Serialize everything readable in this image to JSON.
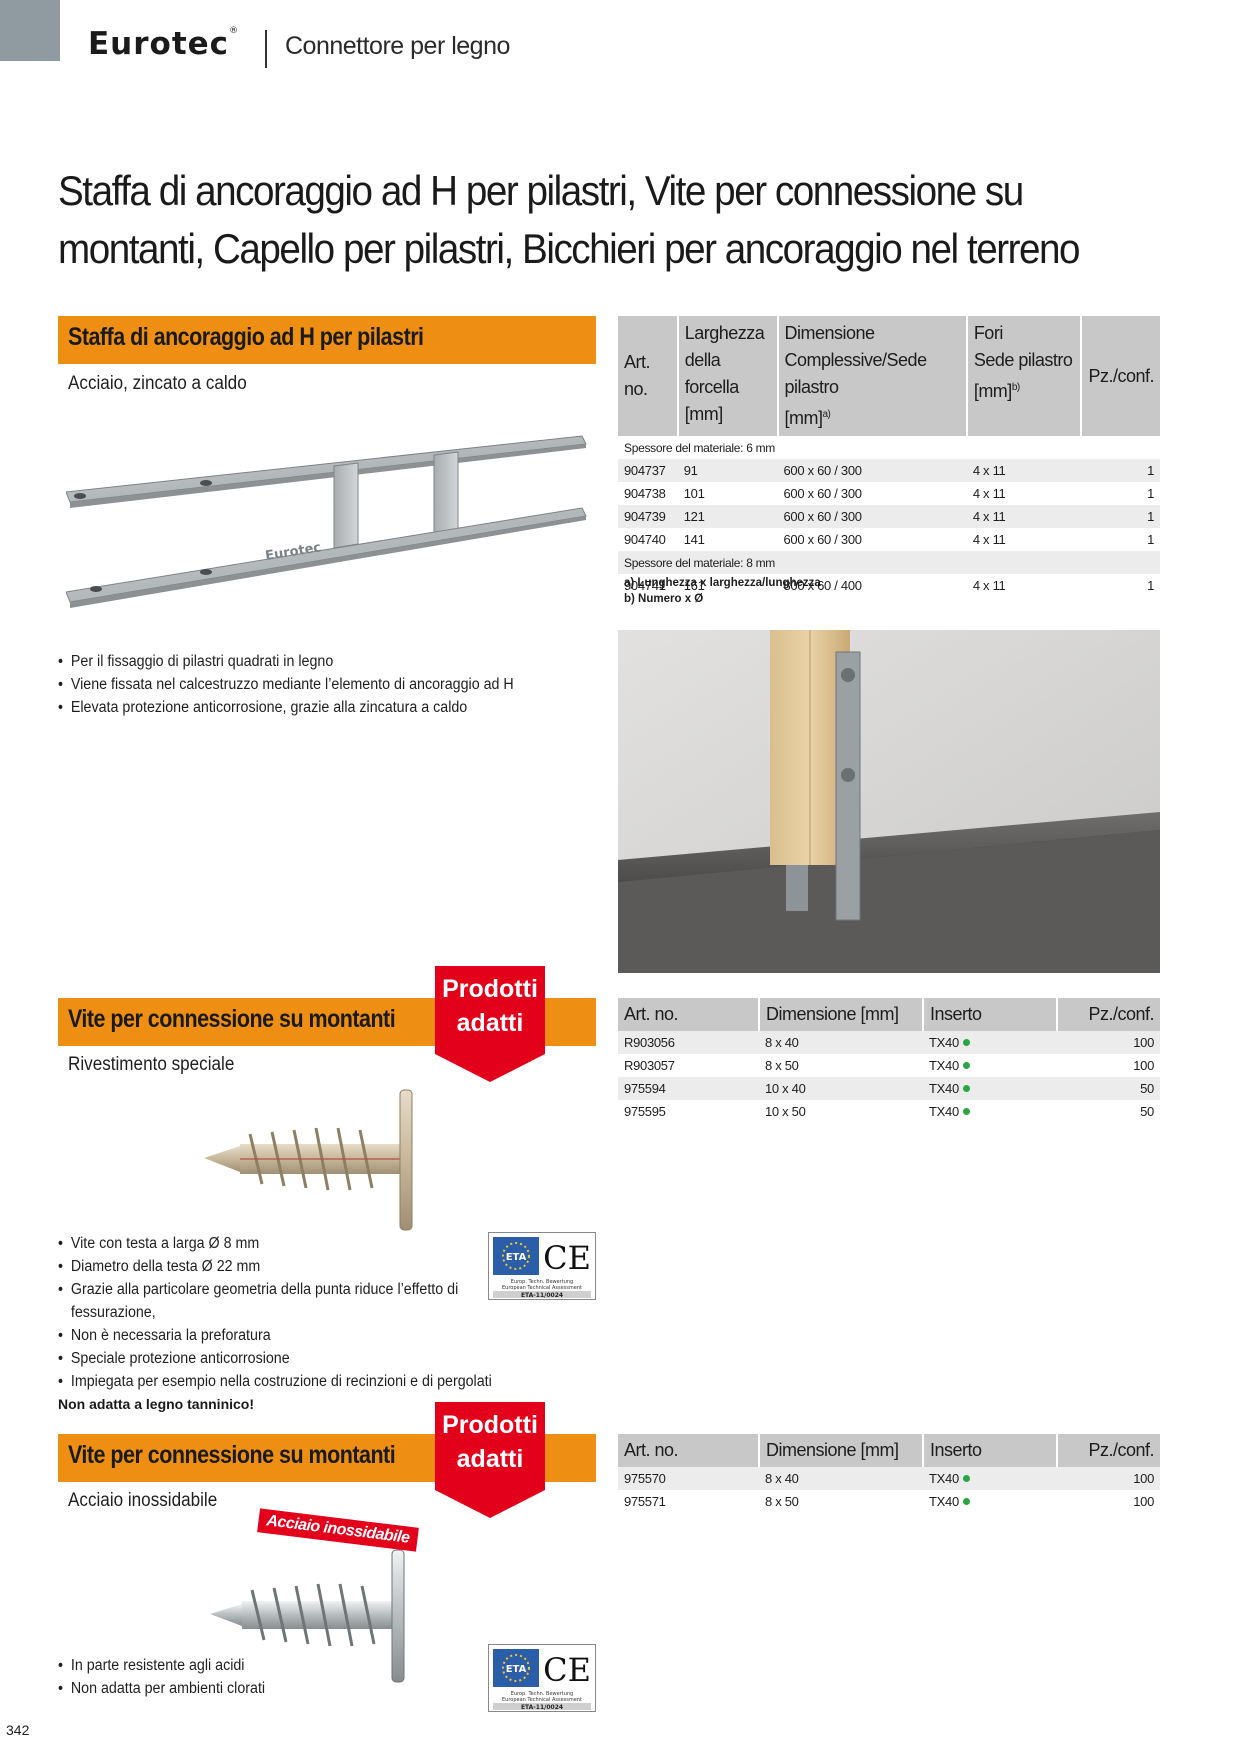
{
  "header": {
    "brand": "Eurotec",
    "brand_mark": "®",
    "subtitle": "Connettore per legno"
  },
  "page_title": {
    "line1": "Staffa di ancoraggio ad H per pilastri, Vite per connessione su",
    "line2": "montanti, Capello per pilastri, Bicchieri per ancoraggio nel terreno"
  },
  "section1": {
    "title": "Staffa di ancoraggio ad H per pilastri",
    "subtitle": "Acciaio, zincato a caldo",
    "product_marking": "Eurotec",
    "bullets": [
      "Per il fissaggio di pilastri quadrati in legno",
      "Viene fissata nel calcestruzzo mediante l’elemento di ancoraggio ad H",
      "Elevata protezione anticorrosione, grazie alla zincatura a caldo"
    ],
    "table": {
      "headers": {
        "art": "Art. no.",
        "larghezza": [
          "Larghezza",
          "della forcella",
          "[mm]"
        ],
        "dimensione": [
          "Dimensione",
          "Complessive/Sede pilastro",
          "[mm]"
        ],
        "dimensione_sup": "a)",
        "fori": [
          "Fori",
          "Sede pilastro",
          "[mm]"
        ],
        "fori_sup": "b)",
        "pz": "Pz./conf."
      },
      "group1": "Spessore del materiale: 6 mm",
      "rows1": [
        {
          "art": "904737",
          "larghezza": "91",
          "dimensione": "600 x 60 / 300",
          "fori": "4 x 11",
          "pz": "1"
        },
        {
          "art": "904738",
          "larghezza": "101",
          "dimensione": "600 x 60 / 300",
          "fori": "4 x 11",
          "pz": "1"
        },
        {
          "art": "904739",
          "larghezza": "121",
          "dimensione": "600 x 60 / 300",
          "fori": "4 x 11",
          "pz": "1"
        },
        {
          "art": "904740",
          "larghezza": "141",
          "dimensione": "600 x 60 / 300",
          "fori": "4 x 11",
          "pz": "1"
        }
      ],
      "group2": "Spessore del materiale: 8 mm",
      "rows2": [
        {
          "art": "904741",
          "larghezza": "161",
          "dimensione": "800 x 60 / 400",
          "fori": "4 x 11",
          "pz": "1"
        }
      ],
      "notes": [
        "a) Lunghezza x larghezza/lunghezza",
        "b) Numero x Ø"
      ]
    }
  },
  "section2": {
    "title": "Vite per connessione su montanti",
    "subtitle": "Rivestimento speciale",
    "badge": [
      "Prodotti",
      "adatti"
    ],
    "bullets": [
      "Vite con testa a larga Ø 8 mm",
      "Diametro della testa Ø 22 mm",
      "Grazie alla particolare geometria della punta riduce l’effetto di",
      "fessurazione,",
      "Non è necessaria la preforatura",
      "Speciale protezione anticorrosione",
      "Impiegata per esempio nella costruzione di recinzioni e di pergolati"
    ],
    "warning": "Non adatta a legno tanninico!",
    "cert": {
      "eta_label": "ETA",
      "ce_label": "CE",
      "line1": "Europ. Techn. Bewertung",
      "line2": "European Technical Assessment",
      "number": "ETA-11/0024"
    },
    "table": {
      "headers": {
        "art": "Art. no.",
        "dimensione": "Dimensione [mm]",
        "inserto": "Inserto",
        "pz": "Pz./conf."
      },
      "rows": [
        {
          "art": "R903056",
          "dimensione": "8 x 40",
          "inserto": "TX40",
          "pz": "100"
        },
        {
          "art": "R903057",
          "dimensione": "8 x 50",
          "inserto": "TX40",
          "pz": "100"
        },
        {
          "art": "975594",
          "dimensione": "10 x 40",
          "inserto": "TX40",
          "pz": "50"
        },
        {
          "art": "975595",
          "dimensione": "10 x 50",
          "inserto": "TX40",
          "pz": "50"
        }
      ]
    }
  },
  "section3": {
    "title": "Vite per connessione su montanti",
    "subtitle": "Acciaio inossidabile",
    "badge": [
      "Prodotti",
      "adatti"
    ],
    "stamp": "Acciaio inossidabile",
    "bullets": [
      "In parte resistente agli acidi",
      "Non adatta per ambienti clorati"
    ],
    "cert": {
      "eta_label": "ETA",
      "ce_label": "CE",
      "line1": "Europ. Techn. Bewertung",
      "line2": "European Technical Assessment",
      "number": "ETA-11/0024"
    },
    "table": {
      "headers": {
        "art": "Art. no.",
        "dimensione": "Dimensione [mm]",
        "inserto": "Inserto",
        "pz": "Pz./conf."
      },
      "rows": [
        {
          "art": "975570",
          "dimensione": "8 x 40",
          "inserto": "TX40",
          "pz": "100"
        },
        {
          "art": "975571",
          "dimensione": "8 x 50",
          "inserto": "TX40",
          "pz": "100"
        }
      ]
    }
  },
  "footer": {
    "page_number": "342"
  },
  "colors": {
    "accent_orange": "#ee8f14",
    "badge_red": "#e2001a",
    "table_header_gray": "#c8c8c8",
    "tx_dot_green": "#2ba543",
    "corner_gray": "#8f9aa1"
  }
}
